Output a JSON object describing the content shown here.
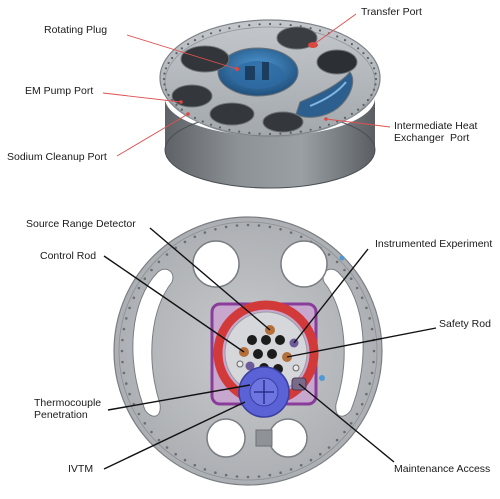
{
  "top_figure": {
    "labels": {
      "rotating_plug": "Rotating Plug",
      "transfer_port": "Transfer Port",
      "em_pump_port": "EM Pump Port",
      "intermediate_heat_exchanger_port": "Intermediate Heat\nExchanger  Port",
      "sodium_cleanup_port": "Sodium Cleanup Port"
    },
    "colors": {
      "leader_line": "#e05050",
      "steel": "#a9aeb3",
      "interior": "#3a7fc0"
    }
  },
  "bottom_figure": {
    "labels": {
      "source_range_detector": "Source Range Detector",
      "control_rod": "Control Rod",
      "instrumented_experiment": "Instrumented Experiment",
      "safety_rod": "Safety Rod",
      "thermocouple_penetration": "Thermocouple\nPenetration",
      "ivtm": "IVTM",
      "maintenance_access": "Maintenance Access"
    },
    "colors": {
      "leader_line": "#111111",
      "plate": "#b9bcbf",
      "ring": "#d23a3a",
      "purple": "#8a3c9a",
      "ivtm": "#5b62d6"
    }
  }
}
